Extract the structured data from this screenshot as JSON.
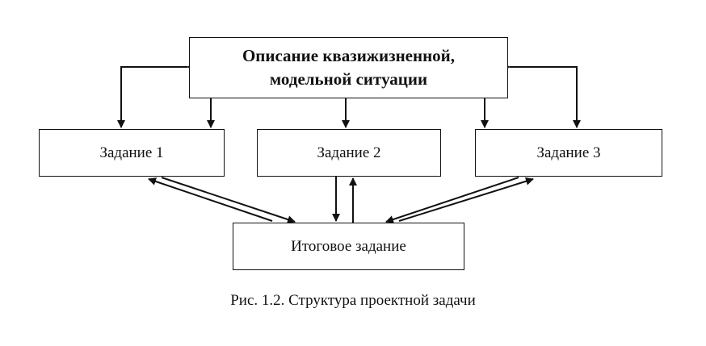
{
  "diagram": {
    "top_box": {
      "line1": "Описание квазижизненной,",
      "line2": "модельной ситуации"
    },
    "task_1": "Задание 1",
    "task_2": "Задание 2",
    "task_3": "Задание 3",
    "final_task": "Итоговое задание"
  },
  "caption": "Рис. 1.2. Структура проектной задачи",
  "colors": {
    "line": "#111111",
    "background": "#ffffff"
  }
}
